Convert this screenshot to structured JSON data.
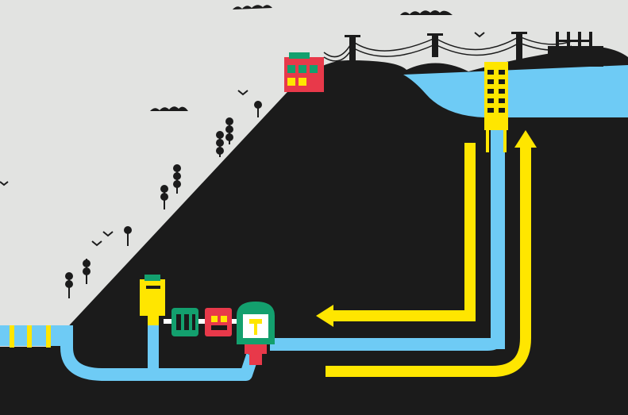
{
  "diagram": {
    "type": "pumped-storage-hydroelectric-illustration",
    "colors": {
      "sky": "#e2e3e1",
      "ground": "#1b1b1b",
      "water": "#6ecbf5",
      "flow_arrow": "#ffe600",
      "generator_green": "#13a06e",
      "transformer_red": "#e8394a",
      "building_red": "#e8394a",
      "turbine_yellow": "#ffe600",
      "white": "#ffffff"
    },
    "flow_arrows": [
      {
        "direction": "down-then-left",
        "color": "flow_arrow"
      },
      {
        "direction": "right-then-up",
        "color": "flow_arrow"
      }
    ],
    "components": [
      "upper-reservoir",
      "lower-reservoir",
      "intake-tower",
      "penstock",
      "turbine",
      "generator",
      "transformer",
      "surge-shaft",
      "power-lines",
      "substation",
      "control-building"
    ],
    "icons": [
      "tree-icon",
      "bird-icon",
      "cloud-icon",
      "pylon-icon"
    ]
  }
}
